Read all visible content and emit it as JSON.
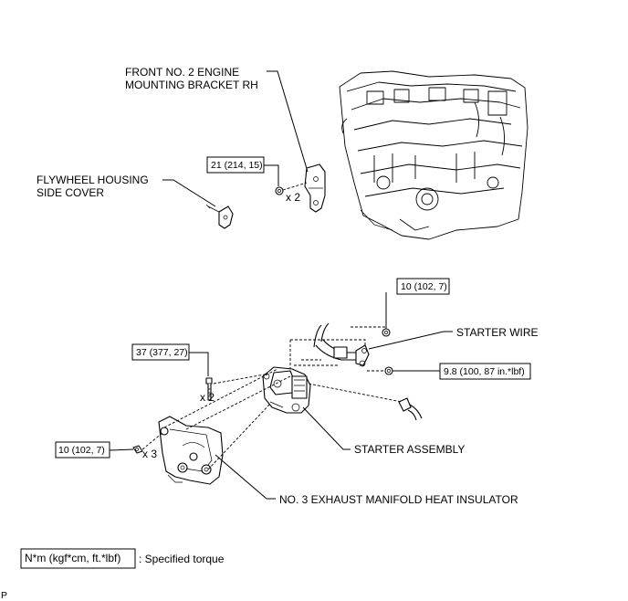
{
  "labels": {
    "bracket_line1": "FRONT NO. 2 ENGINE",
    "bracket_line2": "MOUNTING BRACKET RH",
    "flywheel_line1": "FLYWHEEL HOUSING",
    "flywheel_line2": "SIDE COVER",
    "starter_wire": "STARTER WIRE",
    "starter_assembly": "STARTER ASSEMBLY",
    "heat_insulator": "NO. 3 EXHAUST MANIFOLD HEAT INSULATOR"
  },
  "torques": {
    "bracket_bolt": "21 (214, 15)",
    "wire_nut_top": "10 (102, 7)",
    "wire_nut_small": "9.8 (100, 87 in.*lbf)",
    "starter_bolt": "37 (377, 27)",
    "insulator_bolt": "10 (102, 7)"
  },
  "quantities": {
    "bracket_nuts": "x 2",
    "starter_bolts": "x 2",
    "insulator_bolts": "x 3"
  },
  "legend": {
    "box_text": "N*m (kgf*cm, ft.*lbf)",
    "description": ": Specified torque"
  },
  "corner_mark": "P"
}
